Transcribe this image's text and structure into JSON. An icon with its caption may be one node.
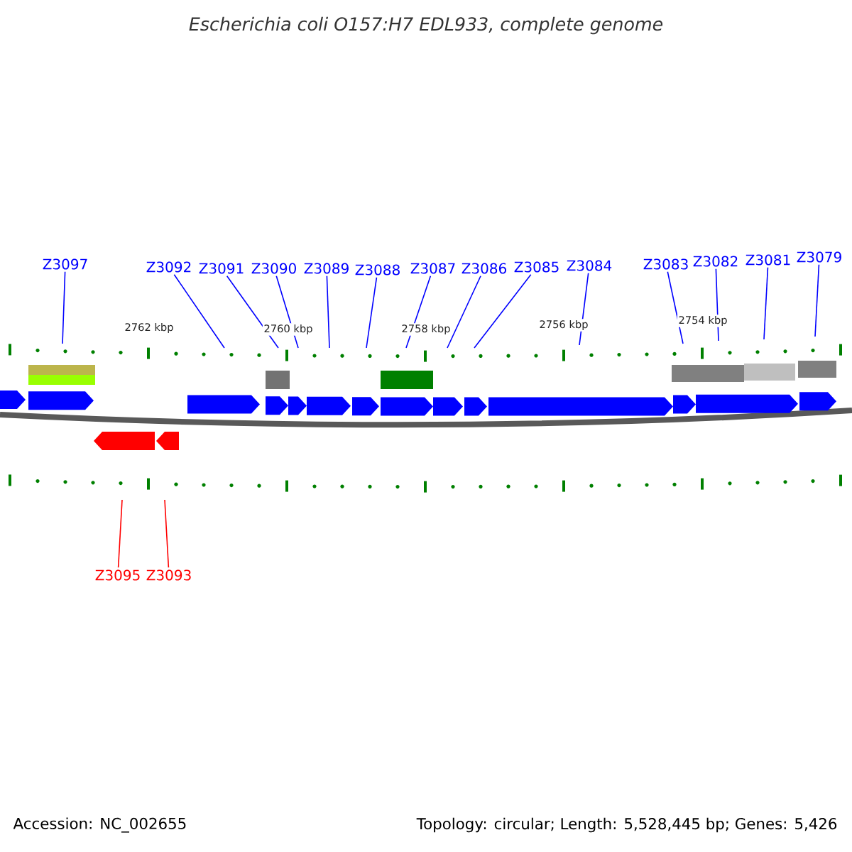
{
  "diagram": {
    "title": "Escherichia coli O157:H7 EDL933, complete genome",
    "nodes": [
      {
        "text": [
          "Z3097"
        ]
      },
      {
        "text": [
          "Z3092"
        ]
      },
      {
        "text": [
          "Z3091"
        ]
      },
      {
        "text": [
          "Z3090"
        ]
      },
      {
        "text": [
          "Z3089"
        ]
      },
      {
        "text": [
          "Z3088"
        ]
      },
      {
        "text": [
          "Z3087"
        ]
      },
      {
        "text": [
          "Z3086"
        ]
      },
      {
        "text": [
          "Z3085"
        ]
      },
      {
        "text": [
          "Z3084"
        ]
      },
      {
        "text": [
          "Z3083"
        ]
      },
      {
        "text": [
          "Z3082"
        ]
      },
      {
        "text": [
          "Z3081"
        ]
      },
      {
        "text": [
          "Z3079"
        ]
      },
      {
        "text": [
          "Z3095"
        ]
      },
      {
        "text": [
          "Z3093"
        ]
      }
    ],
    "edges": [
      {
        "from": 0,
        "to": null,
        "arrow": "none"
      },
      {
        "from": 1,
        "to": null,
        "arrow": "none"
      },
      {
        "from": 2,
        "to": null,
        "arrow": "none"
      },
      {
        "from": 3,
        "to": null,
        "arrow": "none"
      },
      {
        "from": 4,
        "to": null,
        "arrow": "none"
      },
      {
        "from": 5,
        "to": null,
        "arrow": "none"
      },
      {
        "from": 6,
        "to": null,
        "arrow": "none"
      },
      {
        "from": 7,
        "to": null,
        "arrow": "none"
      },
      {
        "from": 8,
        "to": null,
        "arrow": "none"
      },
      {
        "from": 9,
        "to": null,
        "arrow": "none"
      },
      {
        "from": 10,
        "to": null,
        "arrow": "none"
      },
      {
        "from": 11,
        "to": null,
        "arrow": "none"
      },
      {
        "from": 12,
        "to": null,
        "arrow": "none"
      },
      {
        "from": 13,
        "to": null,
        "arrow": "none"
      },
      {
        "from": 14,
        "to": null,
        "arrow": "none",
        "color": "#ff0000"
      },
      {
        "from": 15,
        "to": null,
        "arrow": "none",
        "color": "#ff0000"
      }
    ],
    "labels": [
      "2762 kbp",
      "2760 kbp",
      "2758 kbp",
      "2756 kbp",
      "2754 kbp",
      "Accession: NC_002655",
      "Topology: circular; Length: 5,528,445 bp; Genes: 5,426"
    ]
  }
}
